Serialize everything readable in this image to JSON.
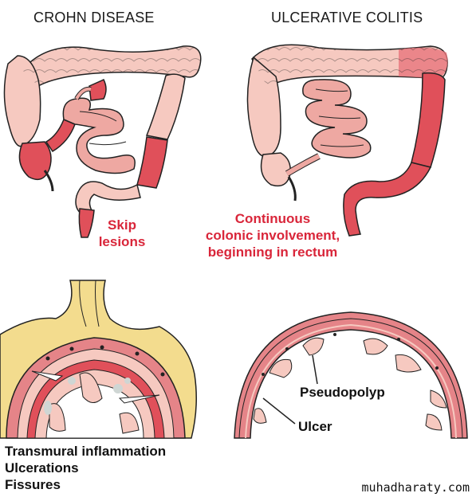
{
  "titles": {
    "crohn": "CROHN DISEASE",
    "uc": "ULCERATIVE COLITIS"
  },
  "labels": {
    "skip_line1": "Skip",
    "skip_line2": "lesions",
    "continuous_line1": "Continuous",
    "continuous_line2": "colonic involvement,",
    "continuous_line3": "beginning in rectum",
    "pseudopolyp": "Pseudopolyp",
    "ulcer": "Ulcer"
  },
  "crohn_features": [
    "Transmural inflammation",
    "Ulcerations",
    "Fissures"
  ],
  "watermark": "muhadharaty.com",
  "colors": {
    "inflamed": "#e0505a",
    "normal": "#f6c9c0",
    "small_bowel": "#eea8a2",
    "fat": "#f3dc8e",
    "outline": "#222222"
  }
}
